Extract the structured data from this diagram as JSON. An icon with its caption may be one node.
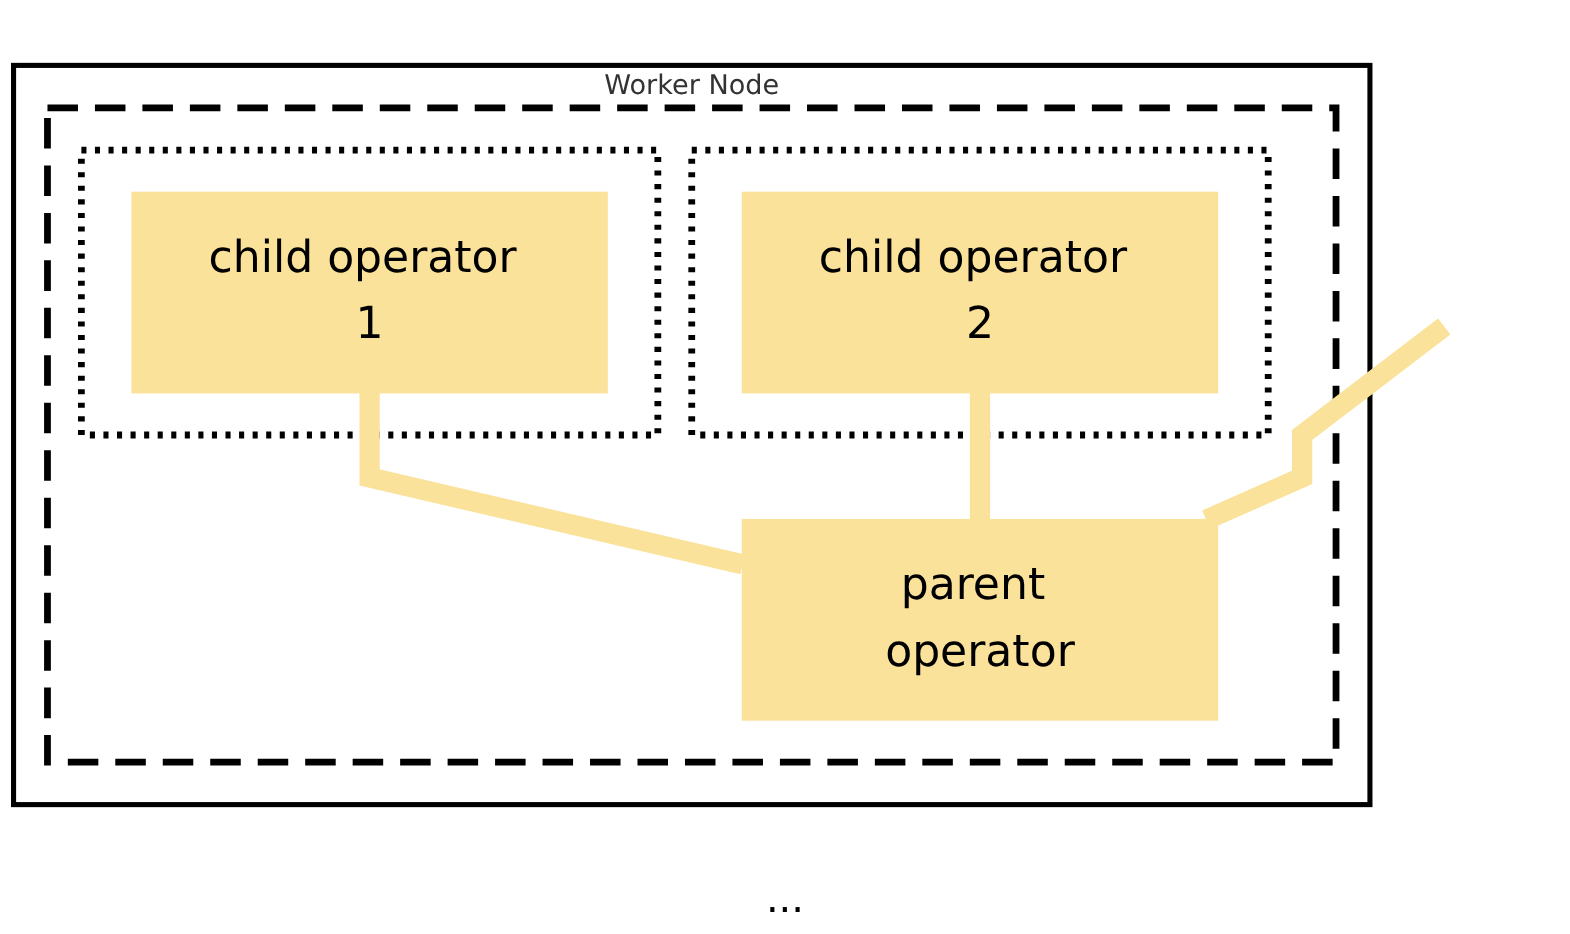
{
  "diagram": {
    "nodes": [
      {
        "text": [
          "Worker Node"
        ]
      },
      {
        "text": [],
        "shape": "box",
        "in": 0
      },
      {
        "text": [],
        "shape": "box",
        "in": 1
      },
      {
        "text": [
          "child operator 1"
        ],
        "in": 2
      },
      {
        "text": [],
        "shape": "box",
        "in": 1
      },
      {
        "text": [
          "child operator 2"
        ],
        "in": 4
      },
      {
        "text": [
          "parent operator"
        ],
        "in": 1
      }
    ],
    "edges": [
      {
        "from": 3,
        "to": 6,
        "arrow": "none",
        "color": "#fbe29b"
      },
      {
        "from": 5,
        "to": 6,
        "arrow": "none",
        "color": "#fbe29b"
      },
      {
        "from": null,
        "to": 6,
        "arrow": "none",
        "color": "#fbe29b"
      }
    ],
    "labels": [
      "..."
    ]
  }
}
